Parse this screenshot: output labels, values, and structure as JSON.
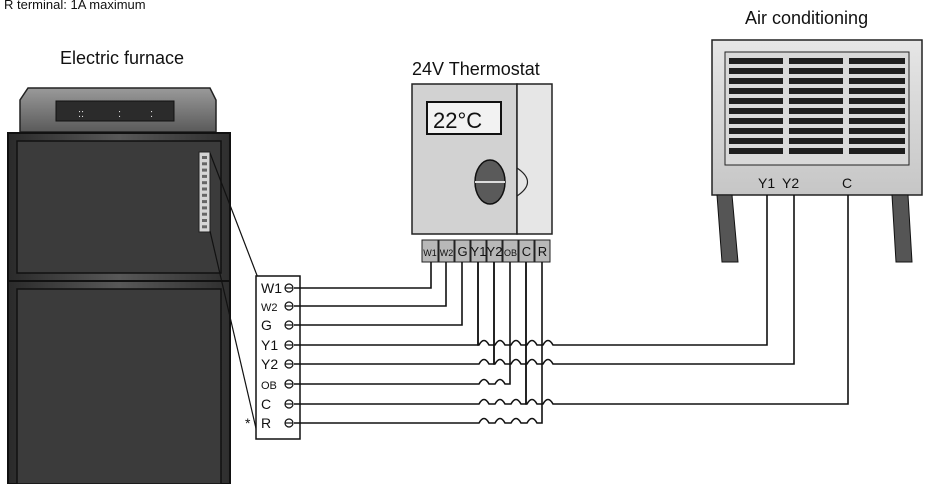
{
  "note": "R terminal: 1A maximum",
  "furnace": {
    "title": "Electric furnace",
    "vents": [
      "::",
      ":",
      ":"
    ]
  },
  "thermostat": {
    "title": "24V Thermostat",
    "display": "22°C",
    "terminals": [
      "W1",
      "W2",
      "G",
      "Y1",
      "Y2",
      "OB",
      "C",
      "R"
    ]
  },
  "ac": {
    "title": "Air conditioning",
    "terminals": [
      "Y1",
      "Y2",
      "C"
    ]
  },
  "board": {
    "terminals": [
      "W1",
      "W2",
      "G",
      "Y1",
      "Y2",
      "OB",
      "C",
      "R"
    ],
    "asterisk": "*"
  }
}
